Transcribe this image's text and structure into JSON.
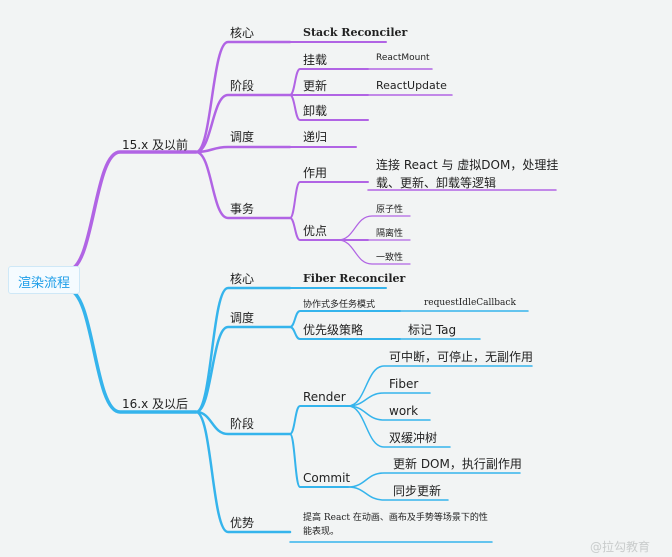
{
  "colors": {
    "purple": "#b164e4",
    "blue": "#35b4ec",
    "root_text": "#1e9ee8"
  },
  "root": "渲染流程",
  "v15": {
    "label": "15.x 及以前",
    "core": {
      "label": "核心",
      "value": "Stack Reconciler"
    },
    "stage": {
      "label": "阶段",
      "mount": "挂载",
      "mount_api": "ReactMount",
      "update": "更新",
      "update_api": "ReactUpdate",
      "unmount": "卸载"
    },
    "schedule": {
      "label": "调度",
      "value": "递归"
    },
    "transaction": {
      "label": "事务",
      "role": "作用",
      "role_text": "连接 React 与 虚拟DOM，处理挂载、更新、卸载等逻辑",
      "merits": "优点",
      "merit_items": [
        "原子性",
        "隔离性",
        "一致性"
      ]
    }
  },
  "v16": {
    "label": "16.x 及以后",
    "core": {
      "label": "核心",
      "value": "Fiber Reconciler"
    },
    "schedule": {
      "label": "调度",
      "coop": "协作式多任务模式",
      "coop_api": "requestIdleCallback",
      "priority": "优先级策略",
      "priority_tag": "标记 Tag"
    },
    "stage": {
      "label": "阶段",
      "render": "Render",
      "render_items": [
        "可中断，可停止，无副作用",
        "Fiber",
        "work",
        "双缓冲树"
      ],
      "commit": "Commit",
      "commit_items": [
        "更新 DOM，执行副作用",
        "同步更新"
      ]
    },
    "advantage": {
      "label": "优势",
      "text": "提高 React 在动画、画布及手势等场景下的性能表现。"
    }
  },
  "watermark": "@拉勾教育"
}
